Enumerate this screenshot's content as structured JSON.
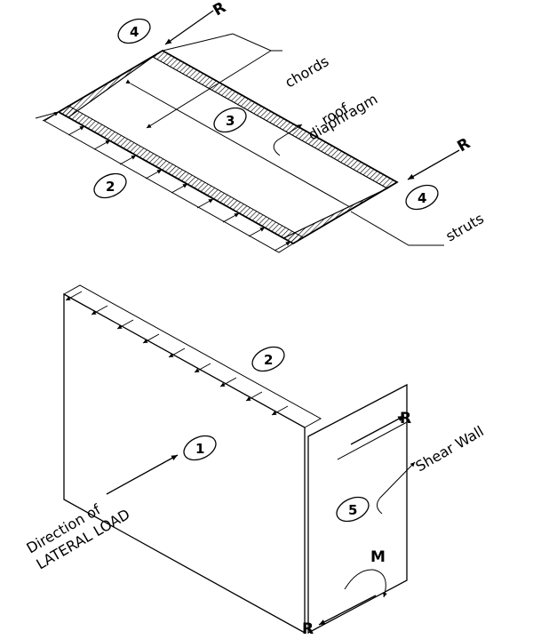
{
  "labels": {
    "chords": "chords",
    "roof_line1": "roof",
    "roof_line2": "diaphragm",
    "struts": "struts",
    "shear_wall": "Shear Wall",
    "direction_line1": "Direction of",
    "direction_line2": "LATERAL LOAD",
    "moment": "M"
  },
  "reactions": [
    "R",
    "R",
    "R",
    "R"
  ],
  "markers": [
    "4",
    "3",
    "2",
    "4",
    "2",
    "1",
    "5"
  ]
}
